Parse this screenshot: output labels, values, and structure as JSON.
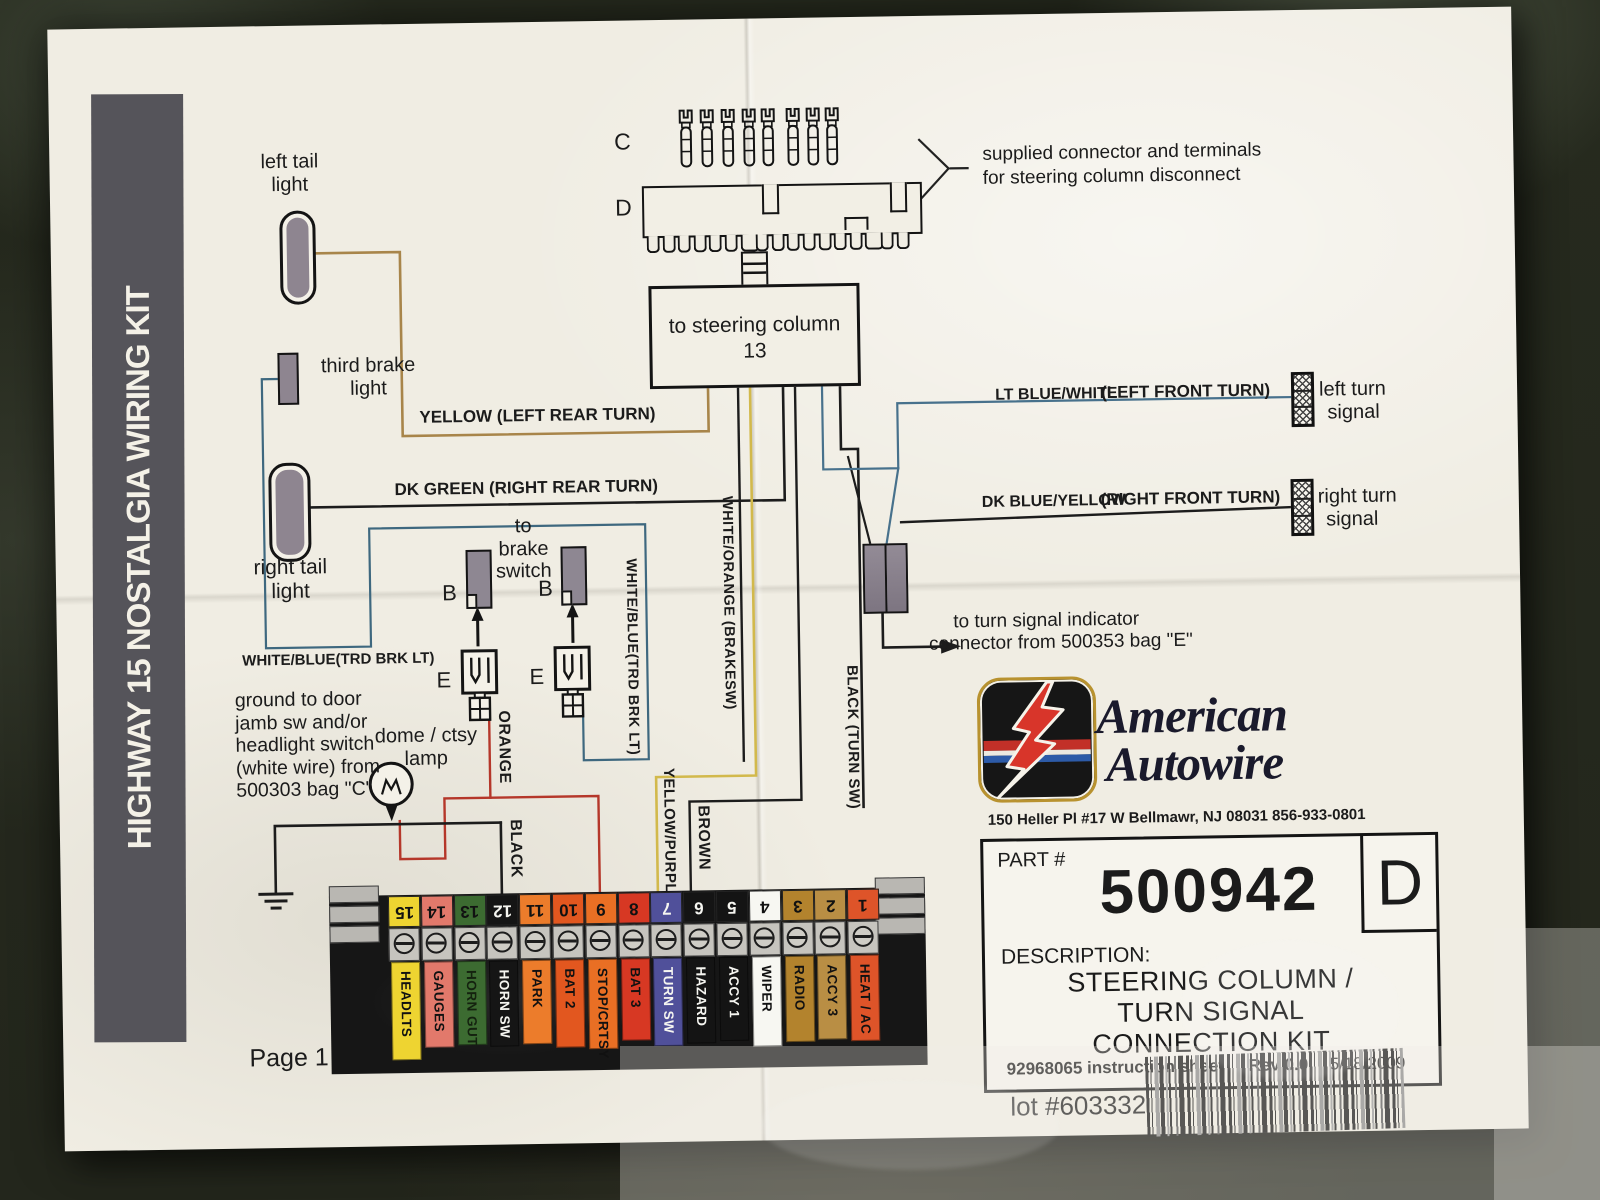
{
  "colors": {
    "banner_bg": "#55545a",
    "wire_tan": "#a8854a",
    "wire_yellow": "#d2b94c",
    "wire_red": "#b5372a",
    "wire_blue": "#47718c",
    "wire_black": "#1c1c1c",
    "logo_red": "#d8352a",
    "logo_blue": "#2d5ba8"
  },
  "banner": {
    "title": "HIGHWAY 15 NOSTALGIA WIRING KIT"
  },
  "page": {
    "page_label": "Page 1"
  },
  "top_connector": {
    "c_label": "C",
    "d_label": "D",
    "terminal_count": 8,
    "note_lines": [
      "supplied connector and terminals",
      "for steering column disconnect"
    ],
    "column_box": [
      "to steering column",
      "13"
    ]
  },
  "lights": {
    "left_tail": [
      "left tail",
      "light"
    ],
    "third_brake": [
      "third brake",
      "light"
    ],
    "right_tail": [
      "right tail",
      "light"
    ]
  },
  "brake": {
    "to_brake_switch": [
      "to",
      "brake",
      "switch"
    ],
    "b_label": "B",
    "e_label": "E"
  },
  "lamp": {
    "label": [
      "dome / ctsy",
      "lamp"
    ]
  },
  "ground_note": [
    "ground to door",
    "jamb sw and/or",
    "headlight switch",
    "(white wire) from",
    "500303 bag \"C\""
  ],
  "turn_signals": {
    "left": [
      "left turn",
      "signal"
    ],
    "right": [
      "right turn",
      "signal"
    ],
    "indicator_note": [
      "to turn signal indicator",
      "connector from 500353 bag \"E\""
    ]
  },
  "wire_labels": {
    "left_rear": "YELLOW  (LEFT REAR TURN)",
    "right_rear": "DK GREEN  (RIGHT REAR TURN)",
    "trd_brk_horizontal": "WHITE/BLUE(TRD BRK LT)",
    "trd_brk_vertical": "WHITE/BLUE(TRD BRK LT)",
    "brake_sw": "WHITE/ORANGE (BRAKESW)",
    "turn_sw": "BLACK (TURN SW)",
    "orange": "ORANGE",
    "black": "BLACK",
    "yellow_purple": "YELLOW/PURPLE",
    "brown": "BROWN",
    "left_front_color": "LT BLUE/WHITE",
    "left_front_circuit": "(LEFT FRONT TURN)",
    "right_front_color": "DK BLUE/YELLOW",
    "right_front_circuit": "(RIGHT FRONT TURN)"
  },
  "fuse_block": {
    "fuses": [
      {
        "num": "15",
        "label": "HEADLTS",
        "tab": "#eed431",
        "strip": "#eed431",
        "text": "#111",
        "num_color": "#111"
      },
      {
        "num": "14",
        "label": "GAUGES",
        "tab": "#e2796b",
        "strip": "#e2796b",
        "text": "#111",
        "num_color": "#111"
      },
      {
        "num": "13",
        "label": "HORN GUT",
        "tab": "#3c6b31",
        "strip": "#3c6b31",
        "text": "#14220f",
        "num_color": "#111"
      },
      {
        "num": "12",
        "label": "HORN SW",
        "tab": "#151515",
        "strip": "#151515",
        "text": "#f5f5f0",
        "num_color": "#f5f5f0"
      },
      {
        "num": "11",
        "label": "PARK",
        "tab": "#ec7c2b",
        "strip": "#ec7c2b",
        "text": "#111",
        "num_color": "#111"
      },
      {
        "num": "10",
        "label": "BAT 2",
        "tab": "#e2571f",
        "strip": "#e2571f",
        "text": "#111",
        "num_color": "#111"
      },
      {
        "num": "9",
        "label": "STOP/CRTSY",
        "tab": "#e96f24",
        "strip": "#e96f24",
        "text": "#111",
        "num_color": "#111"
      },
      {
        "num": "8",
        "label": "BAT 3",
        "tab": "#d73823",
        "strip": "#d73823",
        "text": "#111",
        "num_color": "#111"
      },
      {
        "num": "7",
        "label": "TURN SW",
        "tab": "#50509a",
        "strip": "#50509a",
        "text": "#f5f5f0",
        "num_color": "#f5f5f0"
      },
      {
        "num": "6",
        "label": "HAZARD",
        "tab": "#141414",
        "strip": "#141414",
        "text": "#f5f5f0",
        "num_color": "#f5f5f0"
      },
      {
        "num": "5",
        "label": "ACCY 1",
        "tab": "#141414",
        "strip": "#141414",
        "text": "#f5f5f0",
        "num_color": "#f5f5f0"
      },
      {
        "num": "4",
        "label": "WIPER",
        "tab": "#f7f7f2",
        "strip": "#f7f7f2",
        "text": "#111",
        "num_color": "#111"
      },
      {
        "num": "3",
        "label": "RADIO",
        "tab": "#b3832d",
        "strip": "#b3832d",
        "text": "#111",
        "num_color": "#111"
      },
      {
        "num": "2",
        "label": "ACCY 3",
        "tab": "#b98e44",
        "strip": "#b98e44",
        "text": "#111",
        "num_color": "#111"
      },
      {
        "num": "1",
        "label": "HEAT / AC",
        "tab": "#de5429",
        "strip": "#de5429",
        "text": "#111",
        "num_color": "#111"
      }
    ]
  },
  "brand": {
    "name_top": "American",
    "name_bottom": "Autowire",
    "address": "150 Heller Pl #17 W    Bellmawr, NJ  08031        856-933-0801"
  },
  "part_box": {
    "part_label": "PART #",
    "part_number": "500942",
    "revision_letter": "D",
    "description_label": "DESCRIPTION:",
    "description_lines": [
      "STEERING COLUMN /",
      "TURN SIGNAL",
      "CONNECTION KIT"
    ],
    "sheet_note": "92968065 instruction sheet",
    "rev": "Rev  0.0",
    "date": "5/18/2009",
    "lot": "lot #603332"
  }
}
